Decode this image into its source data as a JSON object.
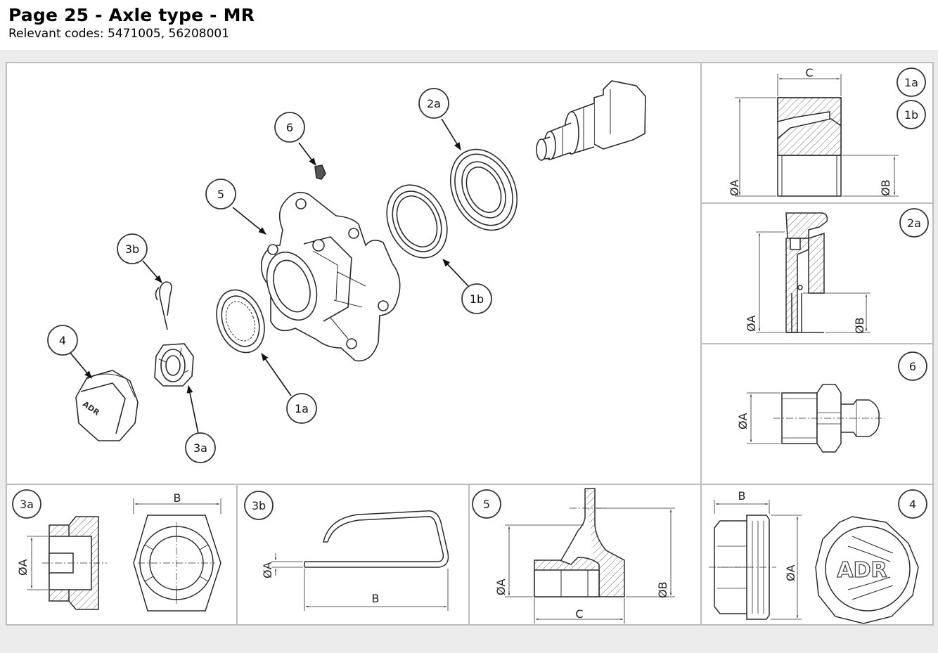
{
  "header": {
    "title": "Page 25 - Axle type - MR",
    "subtitle": "Relevant codes: 5471005, 56208001"
  },
  "exploded_view": {
    "callouts": [
      "2a",
      "6",
      "5",
      "3b",
      "1b",
      "4",
      "1a",
      "3a"
    ],
    "cap_logo": "ADR"
  },
  "details": {
    "d1a": {
      "tags": [
        "1a",
        "1b"
      ],
      "dims": [
        "C",
        "ØA",
        "ØB"
      ]
    },
    "d2a": {
      "tag": "2a",
      "dims": [
        "ØA",
        "ØB"
      ]
    },
    "d6": {
      "tag": "6",
      "dims": [
        "ØA"
      ]
    },
    "d3a": {
      "tag": "3a",
      "dims": [
        "ØA",
        "B"
      ]
    },
    "d3b": {
      "tag": "3b",
      "dims": [
        "ØA",
        "B"
      ]
    },
    "d5": {
      "tag": "5",
      "dims": [
        "ØA",
        "ØB",
        "C"
      ]
    },
    "d4": {
      "tag": "4",
      "dims": [
        "B",
        "ØA"
      ],
      "logo": "ADR"
    }
  },
  "colors": {
    "line": "#2b2b2b",
    "frame": "#bdbdbd",
    "background": "#ececec",
    "paper": "#ffffff"
  }
}
